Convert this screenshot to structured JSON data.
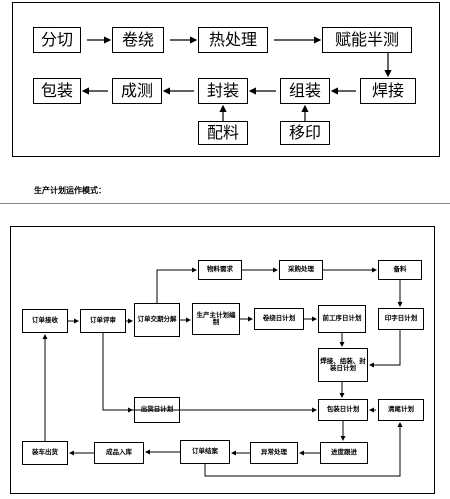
{
  "top_diagram": {
    "nodes": {
      "fenqie": "分切",
      "juanrao": "卷绕",
      "rechuli": "热处理",
      "funeng": "赋能半测",
      "hanjie": "焊接",
      "zuzhuang": "组装",
      "fengzhuang": "封装",
      "chengce": "成测",
      "baozhuang": "包装",
      "peiliao": "配料",
      "yiyin": "移印"
    }
  },
  "caption": "生产计划运作模式：",
  "bottom_diagram": {
    "nodes": {
      "ddjs": "订单接收",
      "ddps": "订单评审",
      "ddjf": "订单交期分解",
      "wlxq": "物料需求",
      "cgcl": "采购处理",
      "bl": "备料",
      "sczjh": "生产主计划编制",
      "jrrjh": "卷绕日计划",
      "qgxrjh": "前工序日计划",
      "yzrjh": "印字日计划",
      "hjzz": "焊接、组装、封装日计划",
      "chrjh": "出货日计划",
      "bzrjh": "包装日计划",
      "qwjh": "清尾计划",
      "zccs": "装车出货",
      "cprk": "成品入库",
      "ddja": "订单结案",
      "yccl": "异常处理",
      "jdgj": "进度跟进"
    }
  }
}
